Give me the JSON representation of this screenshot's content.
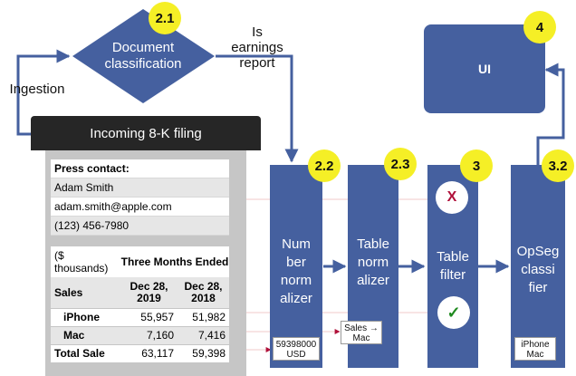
{
  "nodes": {
    "document_classification": {
      "label": "Document classification",
      "badge": "2.1"
    },
    "incoming_filing": {
      "label": "Incoming 8-K filing"
    },
    "number_normalizer": {
      "label": "Num ber norm alizer",
      "badge": "2.2",
      "chip": "59398000 USD"
    },
    "table_normalizer": {
      "label": "Table norm alizer",
      "badge": "2.3",
      "chip": "Sales → Mac"
    },
    "table_filter": {
      "label": "Table filter",
      "badge": "3",
      "reject_mark": "X",
      "accept_mark": "✓"
    },
    "opseg_classifier": {
      "label": "OpSeg classi fier",
      "badge": "3.2",
      "chip": "iPhone Mac"
    },
    "ui": {
      "label": "UI",
      "badge": "4"
    }
  },
  "edge_labels": {
    "ingestion": "Ingestion",
    "is_earnings_report": "Is earnings report"
  },
  "press_contact": {
    "heading": "Press contact:",
    "name": "Adam Smith",
    "email": "adam.smith@apple.com",
    "phone": "(123) 456-7980"
  },
  "financial_table": {
    "units_label": "($ thousands)",
    "period_label": "Three Months Ended",
    "row_header": "Sales",
    "col1": "Dec 28, 2019",
    "col2": "Dec 28, 2018",
    "rows": [
      {
        "label": "iPhone",
        "v1": "55,957",
        "v2": "51,982"
      },
      {
        "label": "Mac",
        "v1": "7,160",
        "v2": "7,416"
      },
      {
        "label": "Total Sale",
        "v1": "63,117",
        "v2": "59,398"
      }
    ]
  },
  "colors": {
    "node_blue": "#45609f",
    "badge_yellow": "#f5ef26",
    "reject_red": "#b0103a",
    "accept_green": "#1f8a1f",
    "filing_header": "#262626"
  }
}
